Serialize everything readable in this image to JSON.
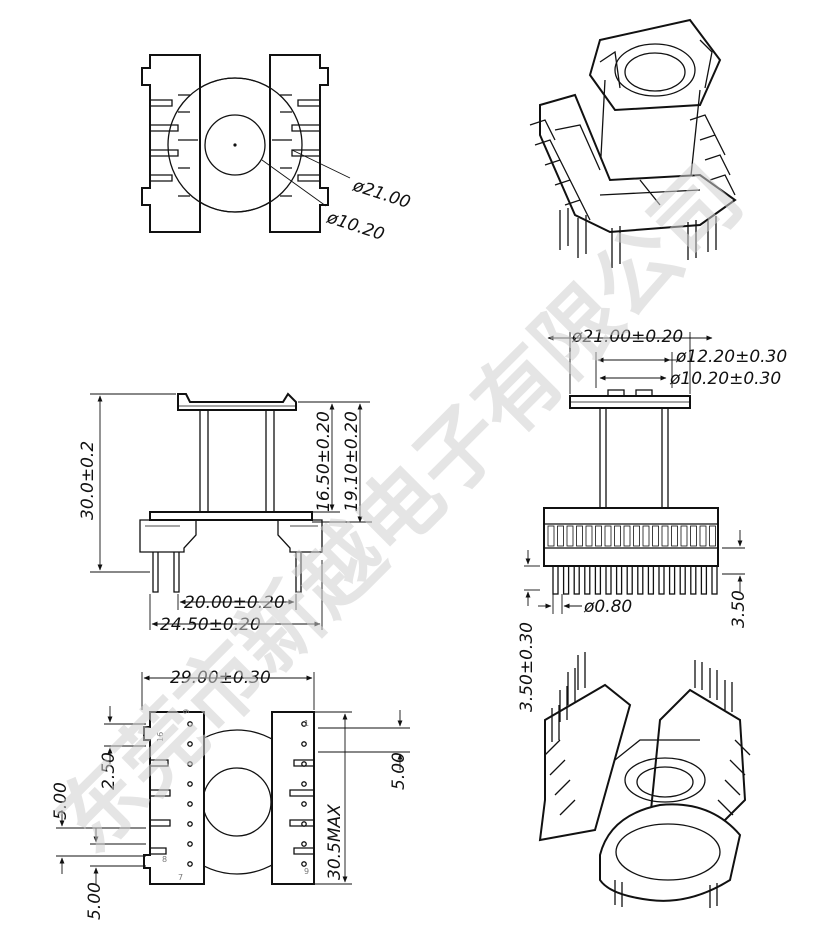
{
  "watermark": "东莞市新越电子有限公司",
  "top_view": {
    "dim_outer": "ø21.00",
    "dim_inner": "ø10.20"
  },
  "side_view": {
    "height_total": "30.0±0.2",
    "height_a": "16.50±0.20",
    "height_b": "19.10±0.20",
    "width_inner": "20.00±0.20",
    "width_outer": "24.50±0.20"
  },
  "front_view": {
    "flange_dia": "ø21.00±0.20",
    "core_outer": "ø12.20±0.30",
    "core_inner": "ø10.20±0.30",
    "pin_dia": "ø0.80",
    "pin_len_left": "3.50±0.30",
    "pin_len_right": "3.50"
  },
  "bottom_view": {
    "width": "29.00±0.30",
    "pitch": "2.50",
    "row_gap_left": "5.00",
    "row_gap_right": "5.00",
    "bottom_gap": "5.00",
    "length_max": "30.5MAX",
    "pin_labels": [
      "16",
      "9",
      "8",
      "7",
      "1",
      "9"
    ]
  }
}
